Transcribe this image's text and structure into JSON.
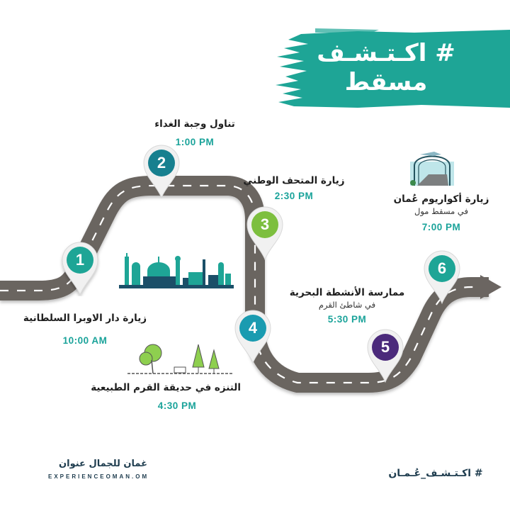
{
  "banner": {
    "line1": "# اكـتـشـف",
    "line2": "مسقط",
    "color": "#1ea596"
  },
  "road": {
    "color": "#6b6561",
    "dash_color": "#ffffff"
  },
  "stops": [
    {
      "number": "1",
      "title": "زيارة دار الاوبرا السلطانية",
      "subtitle": "",
      "time": "10:00  AM",
      "pin_color": "#1ea596"
    },
    {
      "number": "2",
      "title": "تناول وجبة الغداء",
      "subtitle": "",
      "time": "1:00  PM",
      "pin_color": "#17808f"
    },
    {
      "number": "3",
      "title": "زيارة  المتحف الوطني",
      "subtitle": "",
      "time": "2:30 PM",
      "pin_color": "#7dbf3f"
    },
    {
      "number": "4",
      "title": "التنزه في حديقة القرم الطبيعية",
      "subtitle": "",
      "time": "4:30 PM",
      "pin_color": "#1a9bb0"
    },
    {
      "number": "5",
      "title": "ممارسة الأنشطة البحرية",
      "subtitle": "في شاطئ القرم",
      "time": "5:30 PM",
      "pin_color": "#4b2a7b"
    },
    {
      "number": "6",
      "title": "زيارة أكواريوم عُمان",
      "subtitle": "في مسقط مول",
      "time": "7:00 PM",
      "pin_color": "#1ea596"
    }
  ],
  "illustrations": {
    "skyline": "muscat-skyline-icon",
    "park": "park-trees-bench-icon",
    "aquarium": "aquarium-tunnel-icon"
  },
  "footer": {
    "brand_ar": "غمان  للجمال  عنوان",
    "brand_url": "EXPERIENCEOMAN.OM",
    "hashtag": "# اكـتـشـف_عُـمـان"
  }
}
